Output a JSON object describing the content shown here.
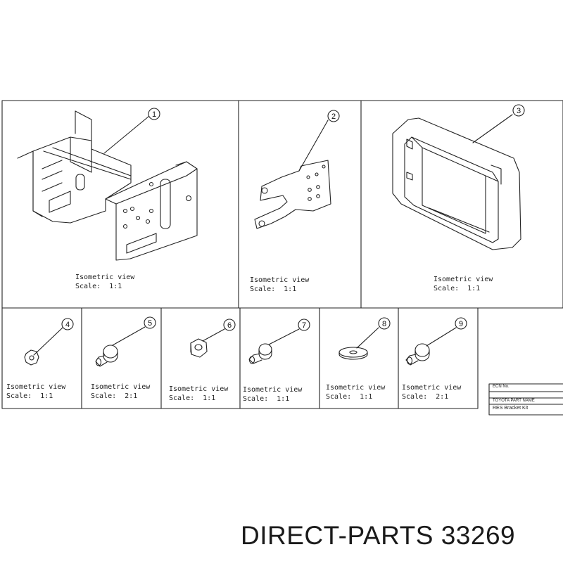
{
  "views": [
    {
      "callout": "1",
      "label": "Isometric view",
      "scale": "Scale:  1:1"
    },
    {
      "callout": "2",
      "label": "Isometric view",
      "scale": "Scale:  1:1"
    },
    {
      "callout": "3",
      "label": "Isometric view",
      "scale": "Scale:  1:1"
    },
    {
      "callout": "4",
      "label": "Isometric view",
      "scale": "Scale:  1:1"
    },
    {
      "callout": "5",
      "label": "Isometric view",
      "scale": "Scale:  2:1"
    },
    {
      "callout": "6",
      "label": "Isometric view",
      "scale": "Scale:  1:1"
    },
    {
      "callout": "7",
      "label": "Isometric view",
      "scale": "Scale:  1:1"
    },
    {
      "callout": "8",
      "label": "Isometric view",
      "scale": "Scale:  1:1"
    },
    {
      "callout": "9",
      "label": "Isometric view",
      "scale": "Scale:  2:1"
    }
  ],
  "title_block": {
    "ecn_label": "ECN No.",
    "part_name_label": "TOYOTA PART NAME",
    "part_name": "RES Bracket Kit"
  },
  "watermark": "DIRECT-PARTS 33269",
  "colors": {
    "line": "#222222",
    "background": "#ffffff"
  }
}
